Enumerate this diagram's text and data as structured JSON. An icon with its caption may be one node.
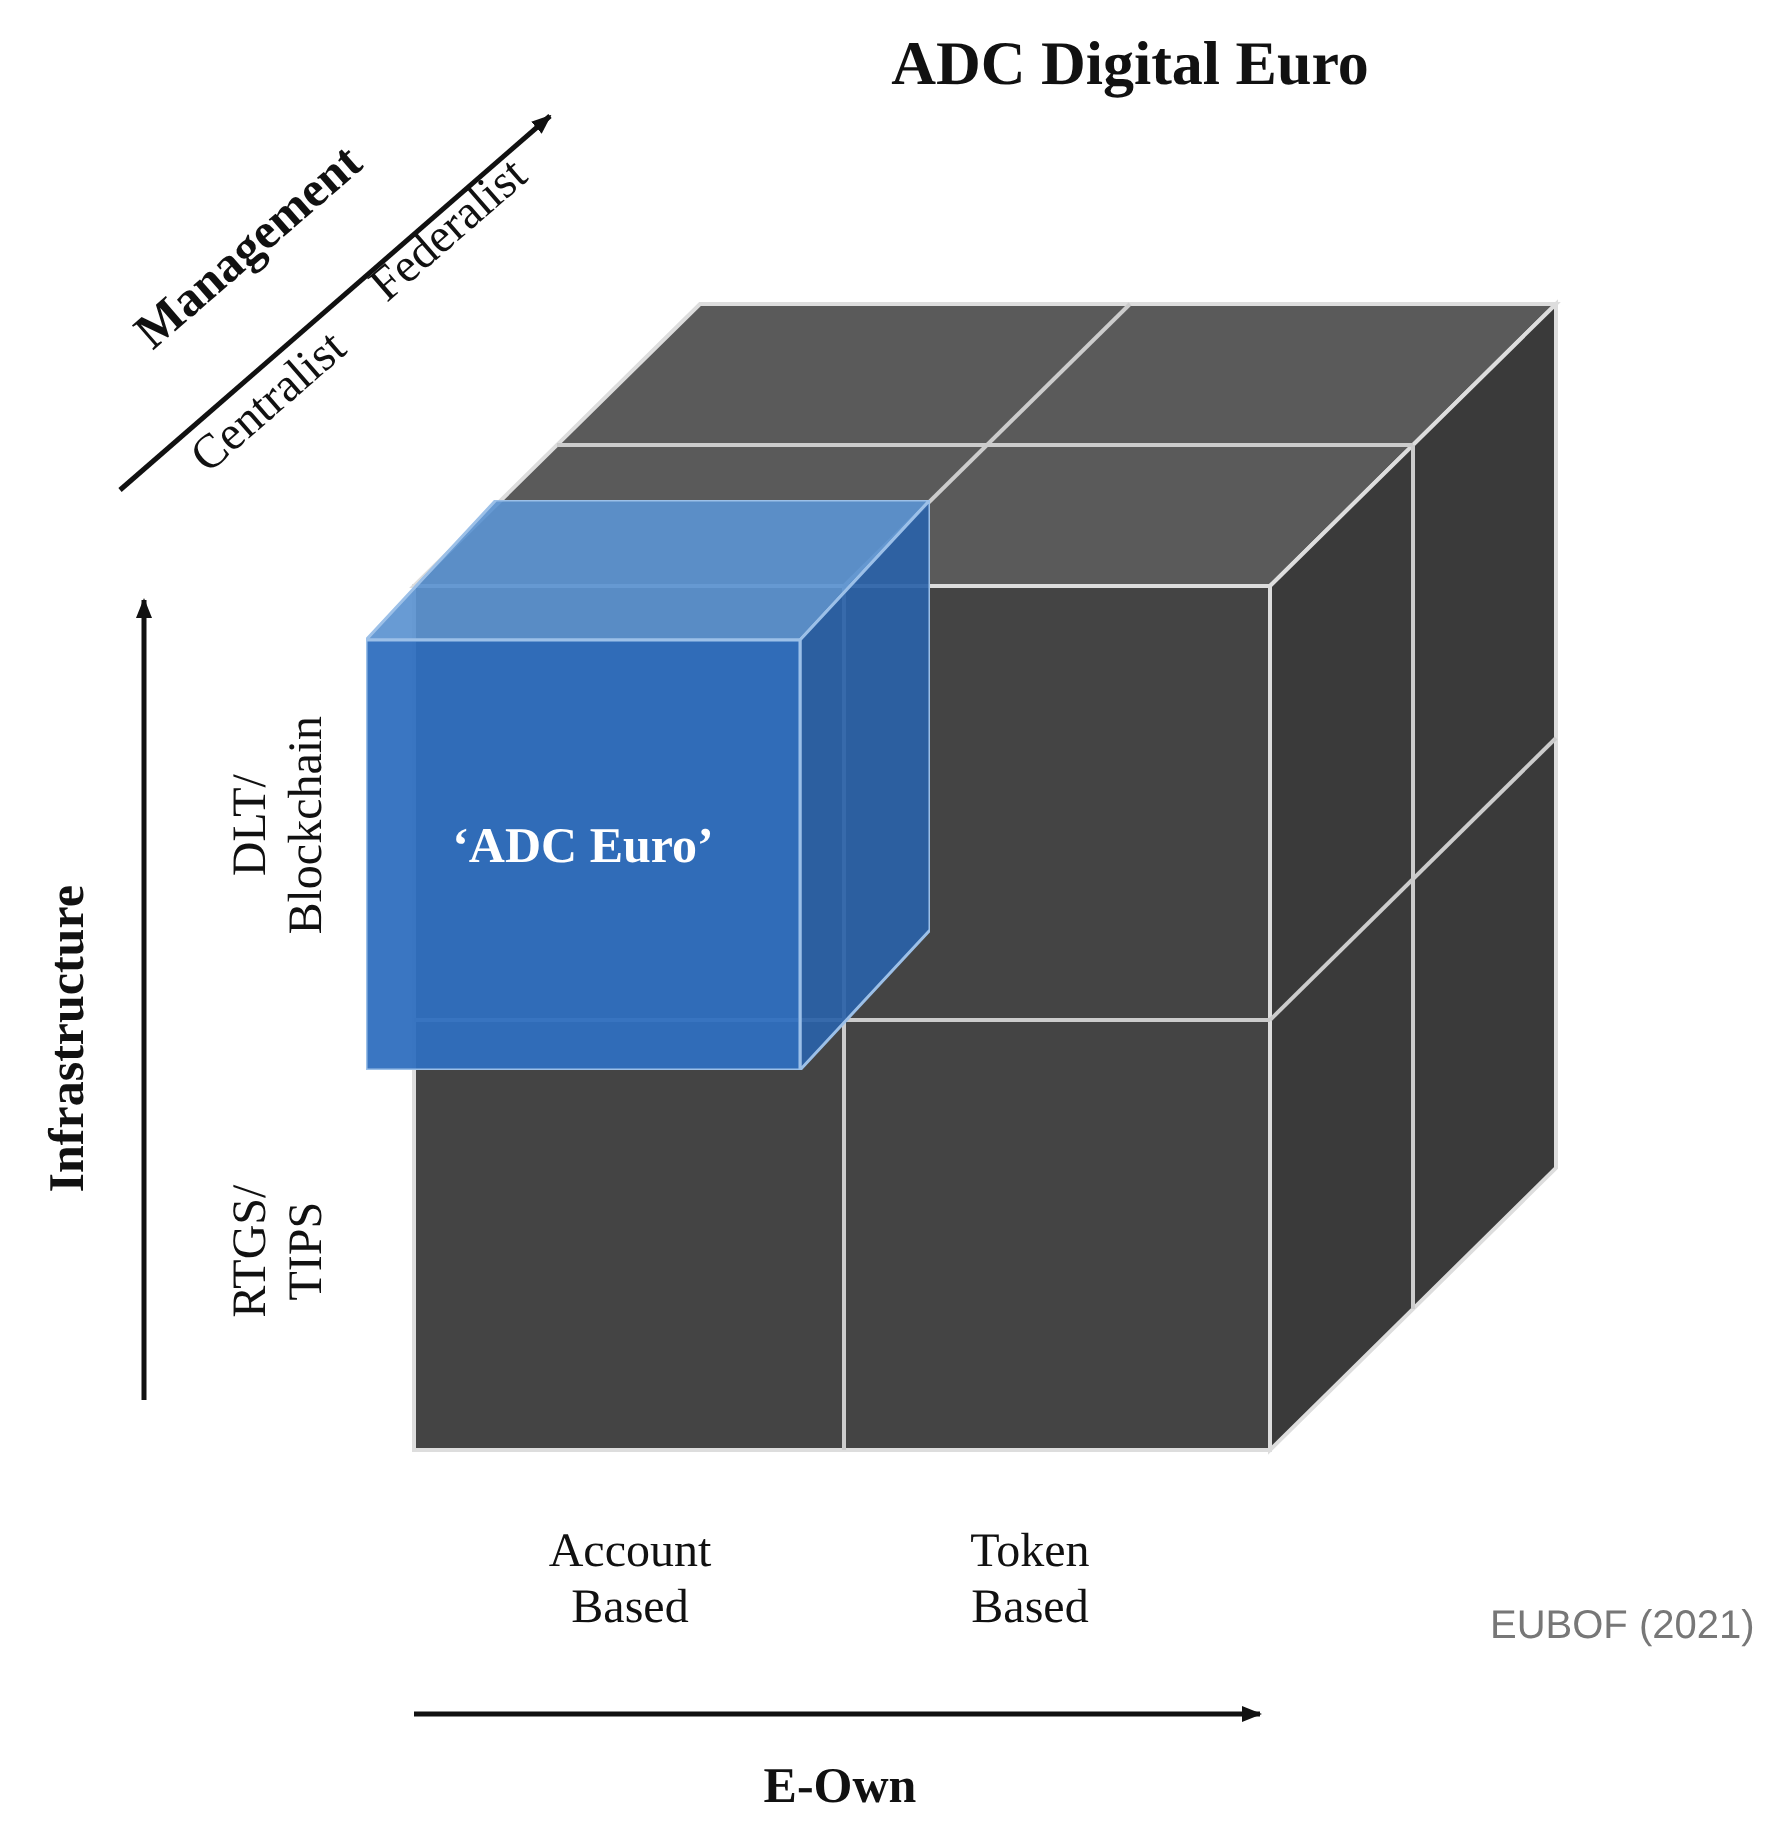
{
  "diagram": {
    "title": "ADC Digital Euro",
    "caption": "EUBOF (2021)",
    "nodes": [
      {
        "text": [
          "‘ADC Euro’"
        ]
      }
    ],
    "labels": [
      "Management",
      "Centralist",
      "Federalist",
      "Infrastructure",
      "DLT/ Blockchain",
      "RTGS/ TIPS",
      "Account Based",
      "Token Based",
      "E-Own"
    ]
  }
}
